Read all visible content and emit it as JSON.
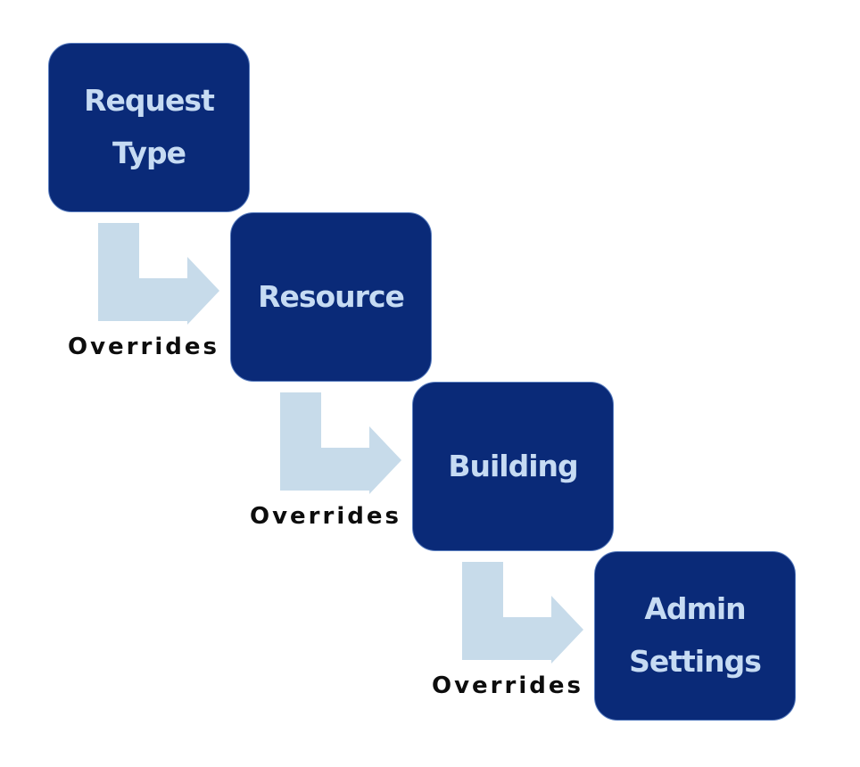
{
  "colors": {
    "box_fill": "#0a2a78",
    "box_text": "#c6dbf3",
    "arrow_fill": "#c7dbea",
    "label_text": "#0d0d0d"
  },
  "steps": [
    {
      "label": "Request\nType"
    },
    {
      "label": "Resource"
    },
    {
      "label": "Building"
    },
    {
      "label": "Admin\nSettings"
    }
  ],
  "connectors": [
    {
      "label": "Overrides",
      "icon": "bent-arrow-icon"
    },
    {
      "label": "Overrides",
      "icon": "bent-arrow-icon"
    },
    {
      "label": "Overrides",
      "icon": "bent-arrow-icon"
    }
  ]
}
